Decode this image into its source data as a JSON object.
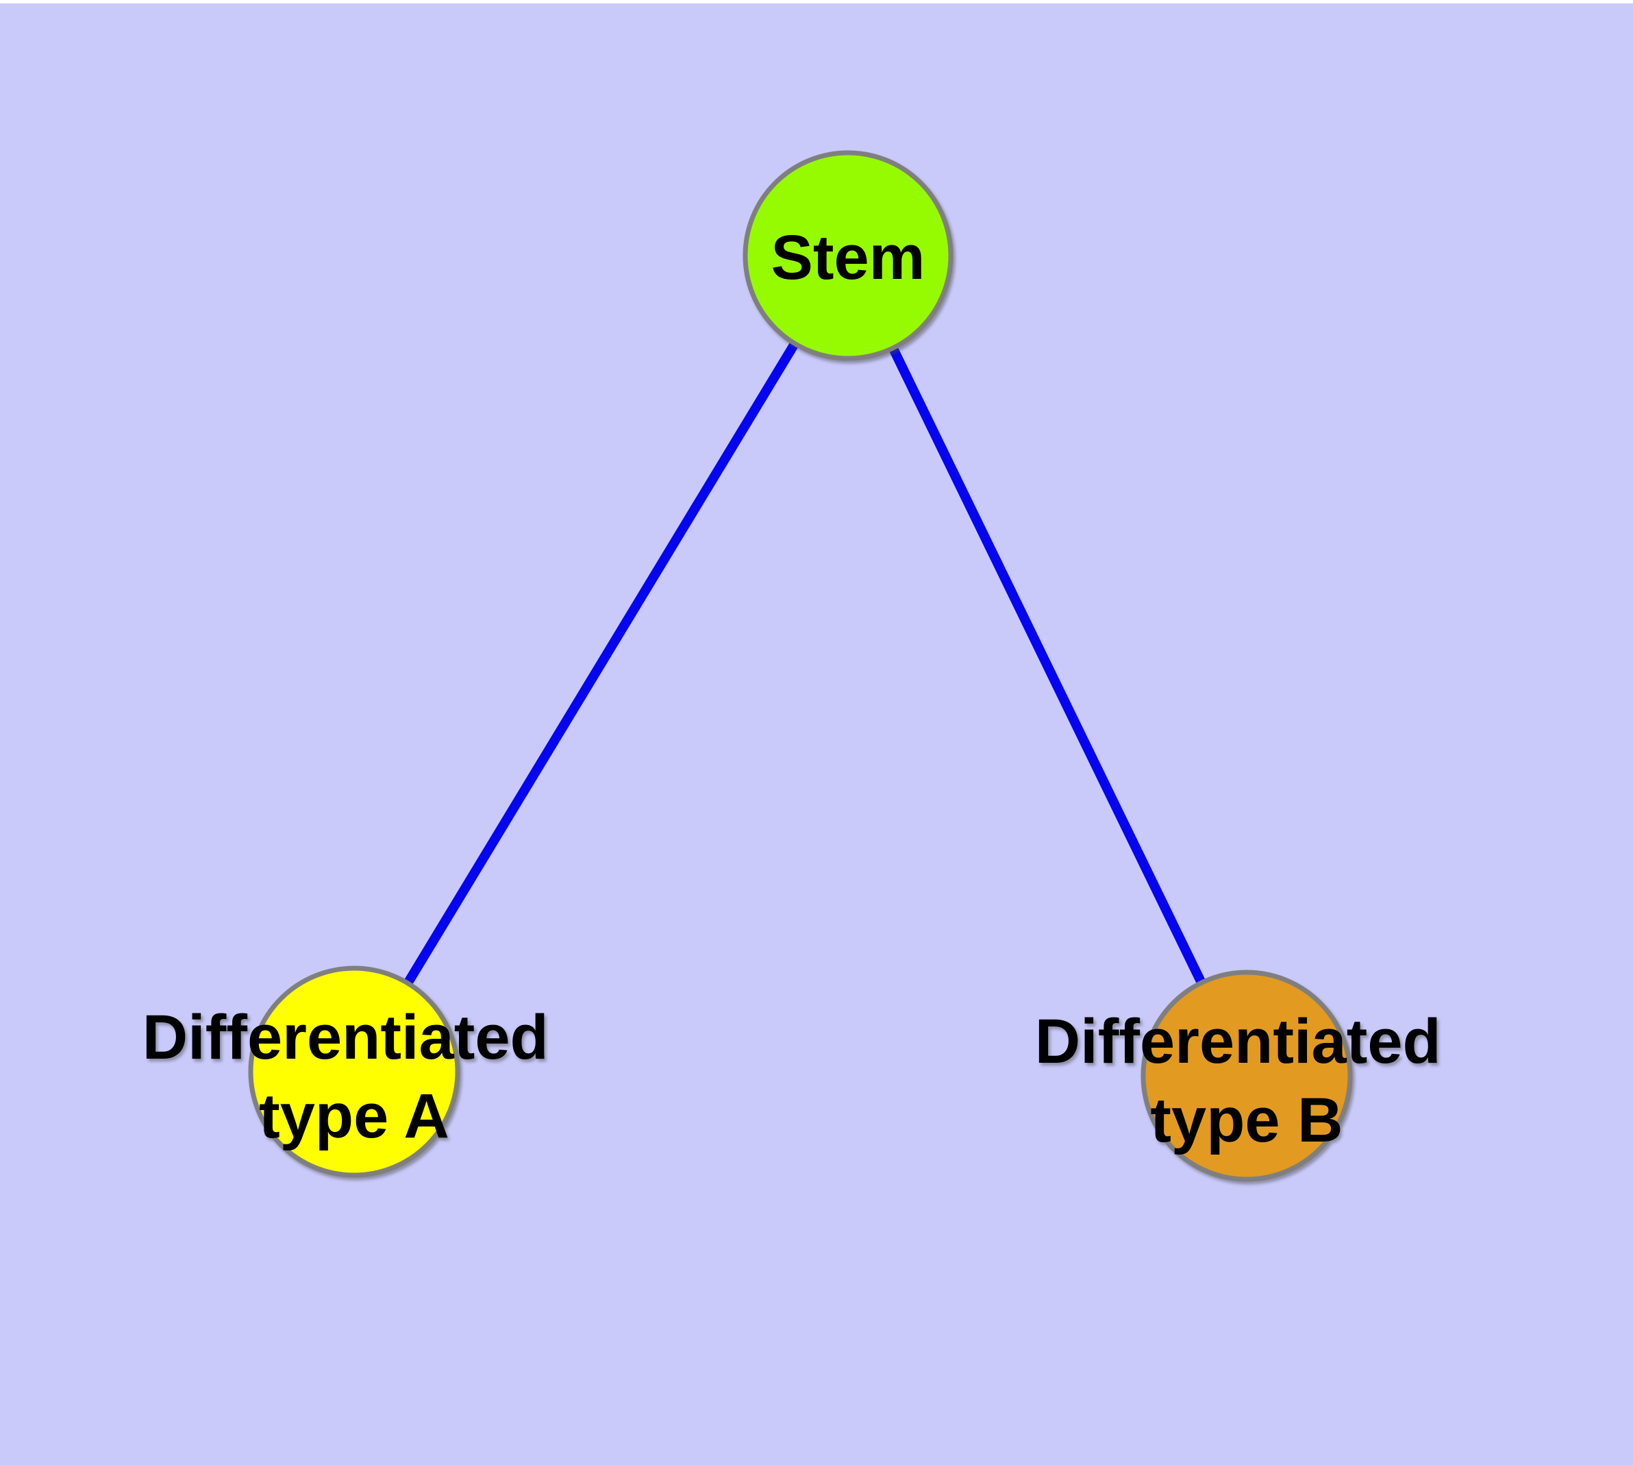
{
  "diagram": {
    "background_color": "#c9c9fa",
    "top_strip_color": "#ffffff",
    "edge_color": "#0505f0",
    "node_border_color": "#7f7f7f",
    "text_color": "#000000",
    "nodes": [
      {
        "id": "stem",
        "label": "Stem",
        "lines": [
          "Stem"
        ],
        "fill": "#97fb00"
      },
      {
        "id": "differentiated-type-a",
        "label": "Differentiated type A",
        "lines": [
          "Differentiated",
          "type A"
        ],
        "fill": "#ffff00"
      },
      {
        "id": "differentiated-type-b",
        "label": "Differentiated type B",
        "lines": [
          "Differentiated",
          "type B"
        ],
        "fill": "#e29a20"
      }
    ],
    "edges": [
      {
        "from": "Stem",
        "to": "Differentiated type A"
      },
      {
        "from": "Stem",
        "to": "Differentiated type B"
      }
    ]
  }
}
